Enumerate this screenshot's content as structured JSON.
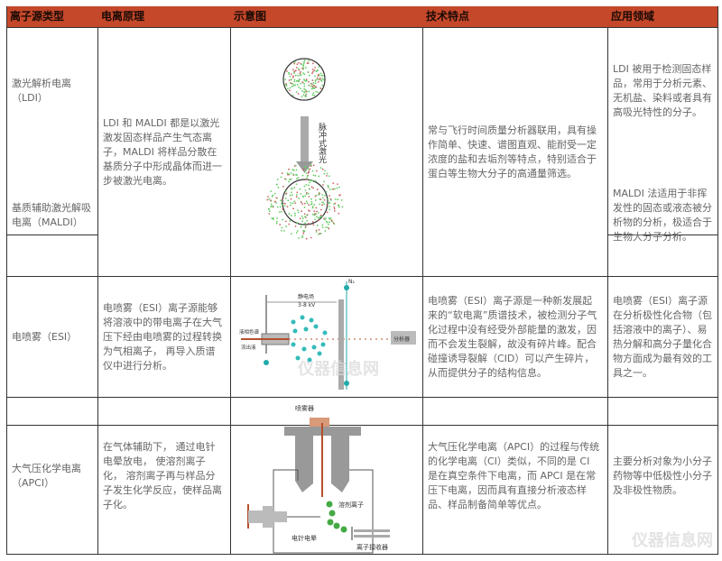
{
  "headers": [
    "离子源类型",
    "电离原理",
    "示意图",
    "技术特点",
    "应用领域"
  ],
  "rows": {
    "ldi_type": "激光解析电离（LDI）",
    "maldi_type": "基质辅助激光解吸电离（MALDI）",
    "ldi_principle": "LDI 和 MALDI 都是以激光激发固态样品产生气态离子，MALDI 将样品分散在基质分子中形成晶体而进一步被激光电离。",
    "ldi_features": "常与飞行时间质量分析器联用，具有操作简单、快速、谱图直观、能耐受一定浓度的盐和去垢剂等特点，特别适合于蛋白等生物大分子的高通量筛选。",
    "ldi_app": "LDI 被用于检测固态样品，常用于分析元素、无机盐、染料或者具有高吸光特性的分子。",
    "maldi_app": "MALDI 法适用于非挥发性的固态或液态被分析物的分析，极适合于生物大分子分析。",
    "ldi_diagram_label": "脉冲式激光",
    "esi_type": "电喷雾（ESI）",
    "esi_principle": "电喷雾（ESI）离子源能够将溶液中的带电离子在大气压下经由电喷雾的过程转换为气相离子， 再导入质谱仪中进行分析。",
    "esi_features": "电喷雾（ESI）离子源是一种新发展起来的“软电离”质谱技术，被检测分子气化过程中没有经受外部能量的激发，因而不会发生裂解，故没有碎片峰。配合碰撞诱导裂解（CID）可以产生碎片，从而提供分子的结构信息。",
    "esi_app": "电喷雾（ESI）离子源在分析极性化合物（包括溶液中的离子）、易热分解和高分子量化合物方面成为最有效的工具之一。",
    "esi_diagram": {
      "field": "静电场",
      "voltage": "3-8 kV",
      "lc": "液相色谱",
      "eluent": "流出液",
      "analyzer": "分析器",
      "n2": "N₂"
    },
    "apci_type": "大气压化学电离（APCI）",
    "apci_principle": "在气体辅助下， 通过电针电晕放电， 使溶剂离子化， 溶剂离子再与样品分子发生化学反应，使样品离子化。",
    "apci_features": "大气压化学电离（APCI）的过程与传统的化学电离（CI）类似，不同的是 CI 是在真空条件下电离，而 APCI 是在常压下电离，因而具有直接分析液态样品、样品制备简单等优点。",
    "apci_app": "主要分析对象为小分子药物等中低极性小分子及非极性物质。",
    "apci_diagram": {
      "nebulizer": "喷雾器",
      "solvent_ions": "溶剂离子",
      "corona": "电针电晕",
      "receiver": "离子接收器"
    }
  },
  "watermark": "仪器信息网"
}
